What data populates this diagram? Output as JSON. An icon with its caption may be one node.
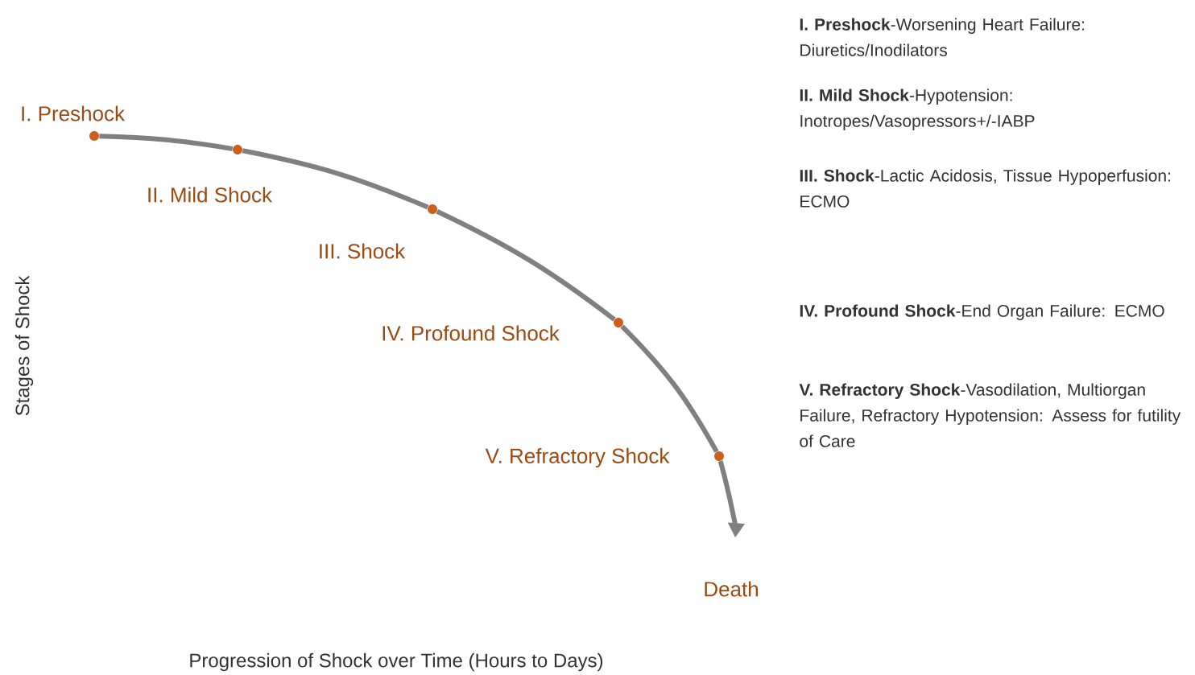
{
  "diagram": {
    "nodes": [
      {
        "text": [],
        "shape": "circle",
        "beside": [
          "I. Preshock"
        ]
      },
      {
        "text": [],
        "shape": "circle",
        "beside": [
          "II. Mild Shock"
        ]
      },
      {
        "text": [],
        "shape": "circle",
        "beside": [
          "III. Shock"
        ]
      },
      {
        "text": [],
        "shape": "circle",
        "beside": [
          "IV. Profound Shock"
        ]
      },
      {
        "text": [],
        "shape": "circle",
        "beside": [
          "V. Refractory Shock"
        ]
      },
      {
        "text": [
          "Death"
        ]
      }
    ],
    "edges": [
      {
        "from": 0,
        "to": 1,
        "arrow": "none"
      },
      {
        "from": 1,
        "to": 2,
        "arrow": "none"
      },
      {
        "from": 2,
        "to": 3,
        "arrow": "none"
      },
      {
        "from": 3,
        "to": 4,
        "arrow": "none"
      },
      {
        "from": 4,
        "to": 5,
        "arrow": "to"
      }
    ],
    "labels": [
      "**I. Preshock**-Worsening Heart Failure: Diuretics/Inodilators",
      "**II. Mild Shock**-Hypotension: Inotropes/Vasopressors+/-IABP",
      "**III. Shock**-Lactic Acidosis, Tissue Hypoperfusion: ECMO",
      "**IV. Profound Shock**-End Organ Failure: ECMO",
      "**V. Refractory Shock**-Vasodilation, Multiorgan Failure, Refractory Hypotension: Assess for futility of Care",
      "Stages of Shock",
      "Progression of Shock over Time (Hours to Days)"
    ]
  }
}
